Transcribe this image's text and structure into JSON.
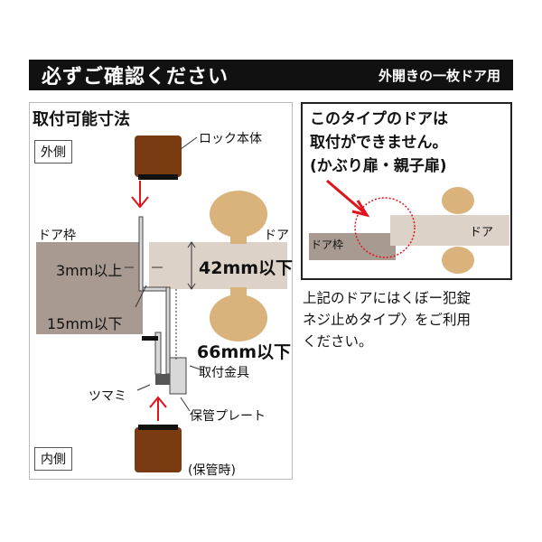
{
  "banner": {
    "title": "必ずご確認ください",
    "subtitle": "外開きの一枚ドア用"
  },
  "left": {
    "heading": "取付可能寸法",
    "outside": "外側",
    "inside": "内側",
    "lock_body": "ロック本体",
    "frame": "ドア枠",
    "door": "ドア",
    "dim_3": "3mm以上",
    "dim_15": "15mm以下",
    "dim_42": "42mm以下",
    "dim_66": "66mm以下",
    "bracket": "取付金具",
    "knob": "ツマミ",
    "plate": "保管プレート",
    "storage": "(保管時)"
  },
  "right": {
    "warning_line1": "このタイプのドアは",
    "warning_line2": "取付ができません。",
    "warning_line3": "(かぶり扉・親子扉)",
    "frame": "ドア枠",
    "door": "ドア"
  },
  "note": "上記のドアにはくぼー犯錠\nネジ止めタイプ〉をご利用\nください。",
  "colors": {
    "lock_brown": "#7a3b12",
    "knob_tan": "#d9b27c",
    "frame_gray": "#a89a91",
    "door_gray": "#dcd2c8",
    "arrow_red": "#e0141c"
  }
}
